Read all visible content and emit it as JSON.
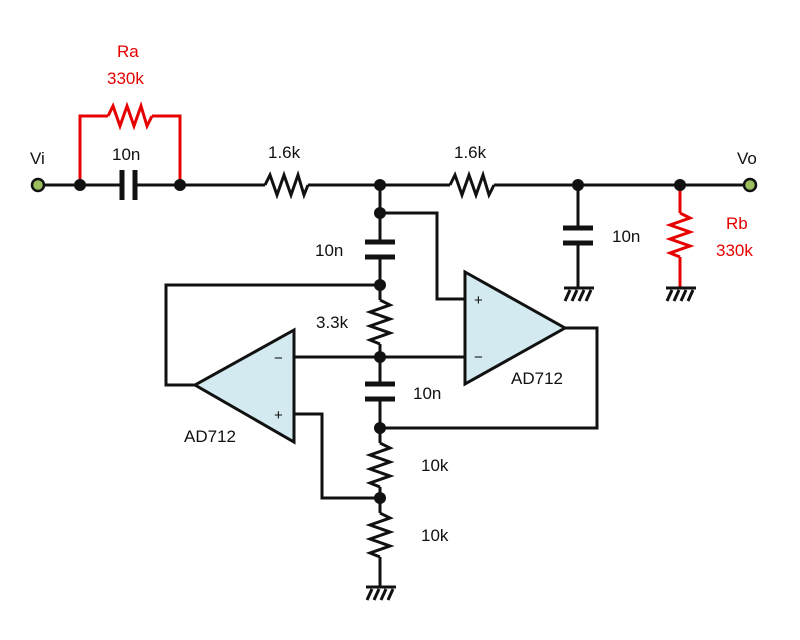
{
  "title": "Active filter schematic with two AD712 op-amps",
  "colors": {
    "wire": "#111111",
    "highlight": "#e60000",
    "opamp_fill": "#d3eaf0",
    "terminal_fill": "#9bbf5e"
  },
  "terminals": {
    "input": "Vi",
    "output": "Vo"
  },
  "components": {
    "ra": {
      "name": "Ra",
      "value": "330k"
    },
    "c_in": {
      "value": "10n"
    },
    "r1": {
      "value": "1.6k"
    },
    "r2": {
      "value": "1.6k"
    },
    "c_out": {
      "value": "10n"
    },
    "rb": {
      "name": "Rb",
      "value": "330k"
    },
    "c_gic1": {
      "value": "10n"
    },
    "r_gic": {
      "value": "3.3k"
    },
    "c_gic2": {
      "value": "10n"
    },
    "r_div1": {
      "value": "10k"
    },
    "r_div2": {
      "value": "10k"
    },
    "opamp_right": {
      "part": "AD712",
      "plus": "+",
      "minus": "−"
    },
    "opamp_left": {
      "part": "AD712",
      "plus": "+",
      "minus": "−"
    }
  }
}
